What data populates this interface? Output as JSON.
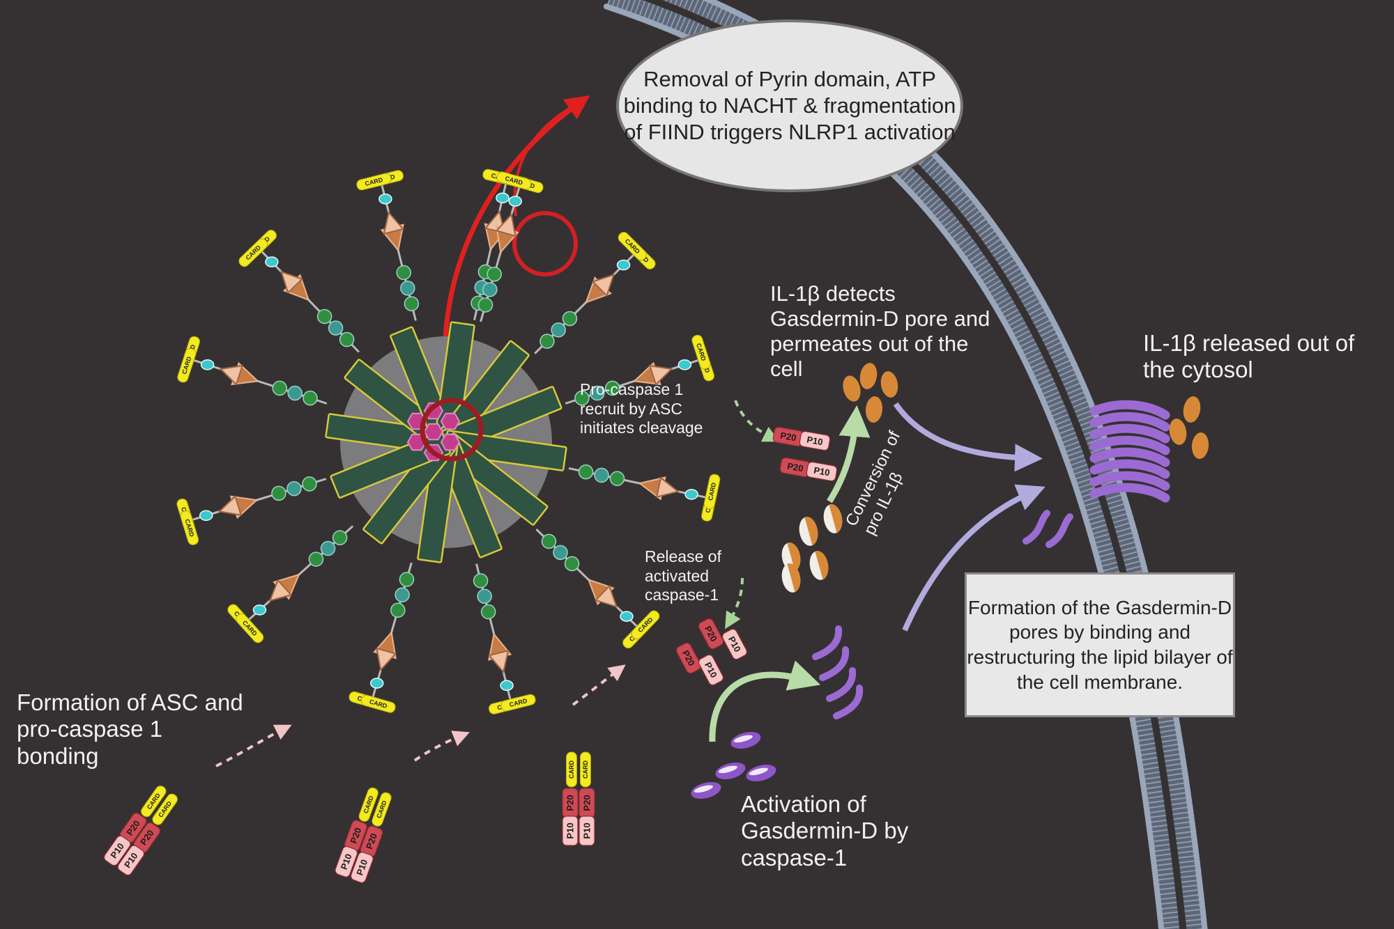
{
  "labels": {
    "removal": "Removal of Pyrin domain, ATP binding to NACHT & fragmentation of FIIND triggers NLRP1 activation",
    "il1b_detects": "IL-1β detects Gasdermin-D pore and permeates out of the cell",
    "il1b_released": "IL-1β released out of the cytosol",
    "procaspase_recruit": "Pro-caspase 1 recruit by ASC initiates cleavage",
    "release_caspase": "Release of activated caspase-1",
    "conversion": "Conversion of pro IL-1β",
    "gasdermin_pores": "Formation of the Gasdermin-D pores by binding and restructuring the lipid bilayer of the cell membrane.",
    "asc_bonding": "Formation of ASC and pro-caspase 1 bonding",
    "activation_gasdermin": "Activation of Gasdermin-D by caspase-1"
  },
  "tags": {
    "card": "CARD",
    "p20": "P20",
    "p10": "P10"
  },
  "colors": {
    "background": "#353132",
    "membrane": "#8e9aae",
    "nacht_arm": "#2f5444",
    "arm_outline": "#d8c93a",
    "card_yellow": "#f3ea1f",
    "caspase_red": "#cf4a55",
    "caspase_pink": "#f7c6c6",
    "il1b_orange": "#d88937",
    "gasdermin_purple": "#9b6bd3",
    "activation_arrow": "#e0201f",
    "green_arrow": "#b8dca8",
    "lilac_arrow": "#a9a2d8"
  }
}
